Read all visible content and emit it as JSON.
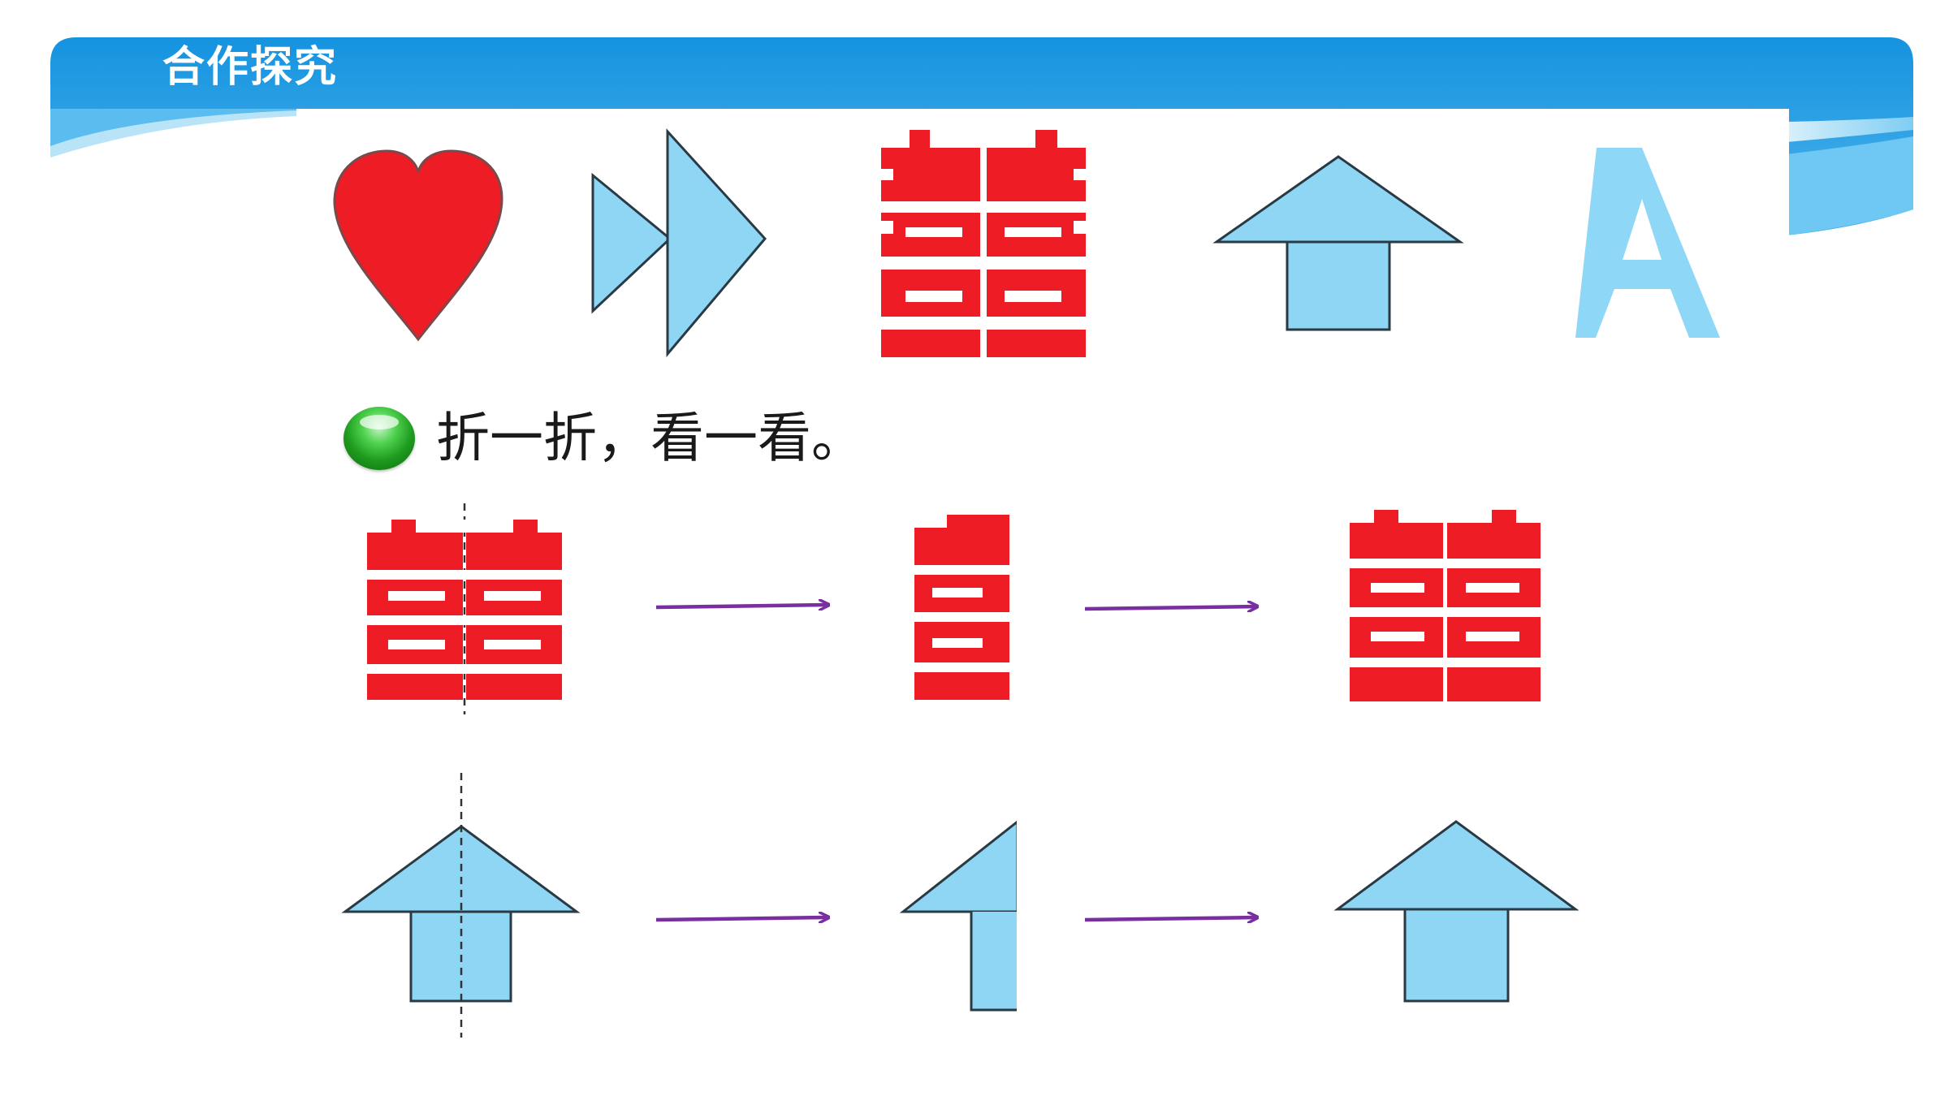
{
  "header": {
    "title": "合作探究"
  },
  "instruction": {
    "bullet_icon": "green-ball-bullet-icon",
    "text": "折一折，看一看。"
  },
  "symbols": [
    {
      "name": "heart",
      "color": "#ee1c25"
    },
    {
      "name": "double-arrow",
      "color": "#8ed6f4"
    },
    {
      "name": "double-happiness",
      "color": "#ee1c25"
    },
    {
      "name": "house-arrow",
      "color": "#8ed6f4"
    },
    {
      "name": "letter-a",
      "text": "A",
      "color": "#8fd7f6"
    }
  ],
  "colors": {
    "header_blue": "#1593df",
    "header_light": "#6cc6f2",
    "red": "#ee1c25",
    "light_blue": "#8ed6f4",
    "arrow_purple": "#7a2fa0"
  }
}
